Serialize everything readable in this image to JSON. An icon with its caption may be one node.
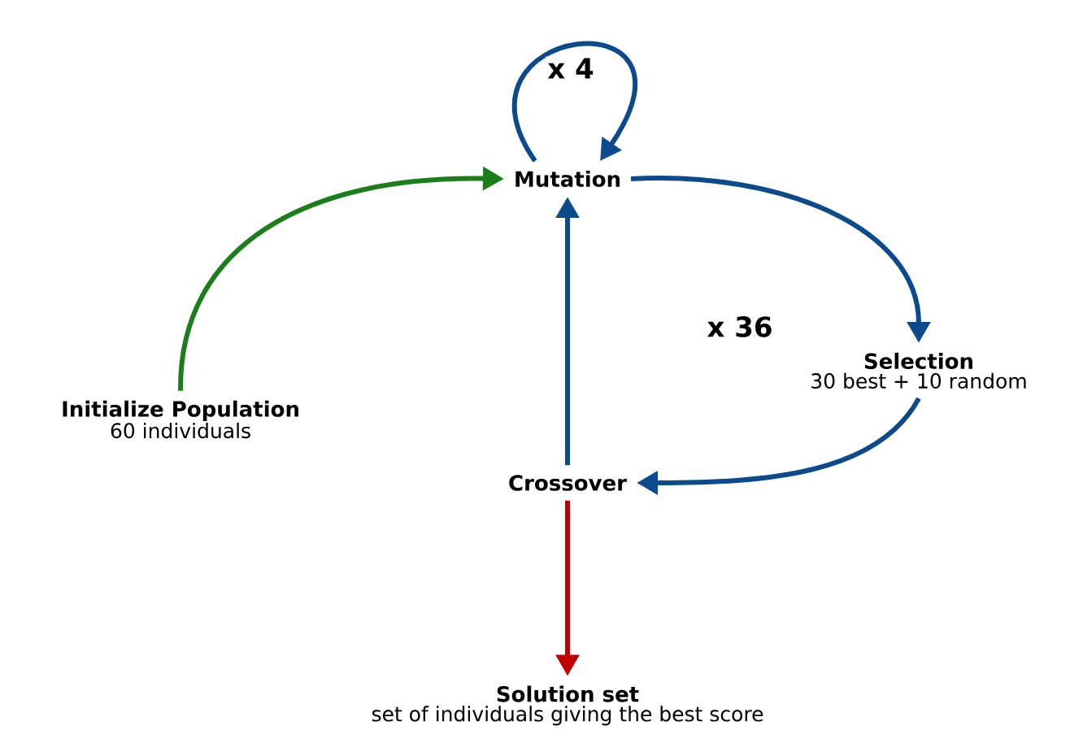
{
  "diagram": {
    "nodes": [
      {
        "text": [
          "Initialize Population",
          "60 individuals"
        ]
      },
      {
        "text": [
          "Mutation"
        ]
      },
      {
        "text": [
          "Selection",
          "30 best + 10 random"
        ]
      },
      {
        "text": [
          "Crossover"
        ]
      },
      {
        "text": [
          "Solution set",
          "set of individuals giving the best score"
        ]
      }
    ],
    "edges": [
      {
        "from": 0,
        "to": 1,
        "arrow": "to",
        "color": "#1a7f1a"
      },
      {
        "from": 1,
        "to": 1,
        "arrow": "to",
        "label": "x 4"
      },
      {
        "from": 1,
        "to": 2,
        "arrow": "to"
      },
      {
        "from": 2,
        "to": 3,
        "arrow": "to"
      },
      {
        "from": 3,
        "to": 1,
        "arrow": "to"
      },
      {
        "from": 3,
        "to": 4,
        "arrow": "to",
        "color": "#c00000"
      }
    ],
    "labels": [
      "x 36"
    ]
  }
}
